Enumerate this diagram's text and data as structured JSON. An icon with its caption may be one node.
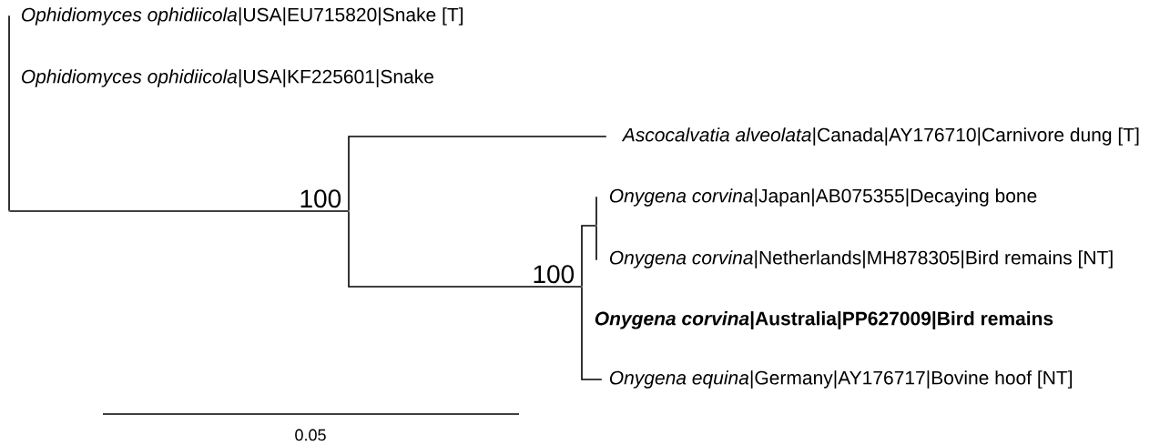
{
  "diagram": {
    "nodes": [
      {
        "text": [
          "*Ophidiomyces ophidiicola*|USA|EU715820|Snake [T]"
        ]
      },
      {
        "text": [
          "*Ophidiomyces ophidiicola*|USA|KF225601|Snake"
        ]
      },
      {
        "text": [
          "*Ascocalvatia alveolata*|Canada|AY176710|Carnivore dung [T]"
        ]
      },
      {
        "text": [
          "*Onygena corvina*|Japan|AB075355|Decaying bone"
        ]
      },
      {
        "text": [
          "*Onygena corvina*|Netherlands|MH878305|Bird remains [NT]"
        ]
      },
      {
        "text": [
          "*Onygena corvina*|Australia|PP627009|Bird remains"
        ]
      },
      {
        "text": [
          "*Onygena equina*|Germany|AY176717|Bovine hoof [NT]"
        ]
      },
      {
        "text": [],
        "shape": "point"
      },
      {
        "text": [],
        "shape": "point",
        "beside": [
          "100"
        ]
      },
      {
        "text": [],
        "shape": "point",
        "beside": [
          "100"
        ]
      },
      {
        "text": [],
        "shape": "point"
      }
    ],
    "edges": [
      {
        "from": 7,
        "to": 0,
        "arrow": "none"
      },
      {
        "from": 7,
        "to": 8,
        "arrow": "none"
      },
      {
        "from": 8,
        "to": 2,
        "arrow": "none"
      },
      {
        "from": 8,
        "to": 9,
        "arrow": "none"
      },
      {
        "from": 9,
        "to": 10,
        "arrow": "none"
      },
      {
        "from": 10,
        "to": 3,
        "arrow": "none"
      },
      {
        "from": 10,
        "to": 4,
        "arrow": "none"
      },
      {
        "from": 9,
        "to": 6,
        "arrow": "none"
      }
    ],
    "labels": [
      "0.05"
    ]
  }
}
